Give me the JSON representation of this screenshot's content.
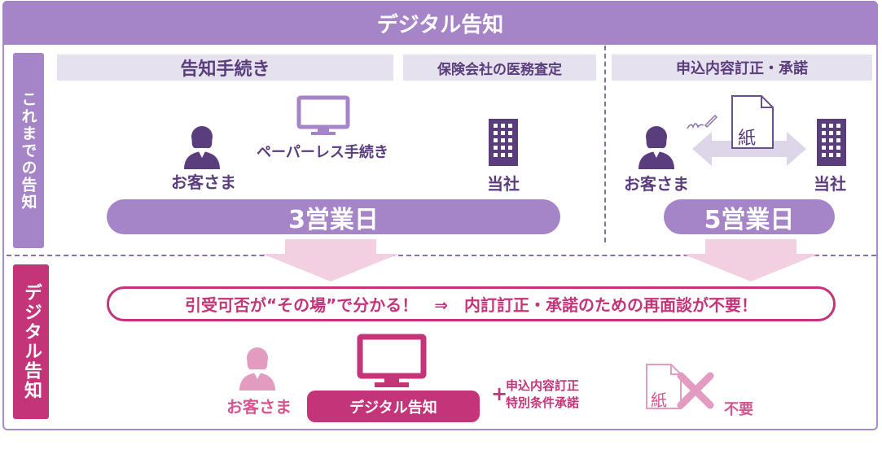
{
  "title": "デジタル告知",
  "old_section": {
    "label": "これまでの告知",
    "bars": {
      "notification": "告知手続き",
      "assessment": "保険会社の医務査定",
      "correction": "申込内容訂正・承諾"
    },
    "customer": "お客さま",
    "company": "当社",
    "paperless": "ペーパーレス手続き",
    "paper": "紙",
    "days_left": "3営業日",
    "days_right": "5営業日"
  },
  "new_section": {
    "label": "デジタル告知",
    "benefit": "引受可否が“その場”で分かる！　⇒　内訂訂正・承諾のための再面談が不要！",
    "customer": "お客さま",
    "digital_pill": "デジタル告知",
    "plus": "+",
    "items": [
      "申込内容訂正",
      "特別条件承諾"
    ],
    "paper": "紙",
    "unnecessary": "不要"
  },
  "colors": {
    "purple": "#a585c8",
    "dark_purple": "#5a3d7c",
    "magenta": "#c33478",
    "pink": "#e39bc0"
  }
}
